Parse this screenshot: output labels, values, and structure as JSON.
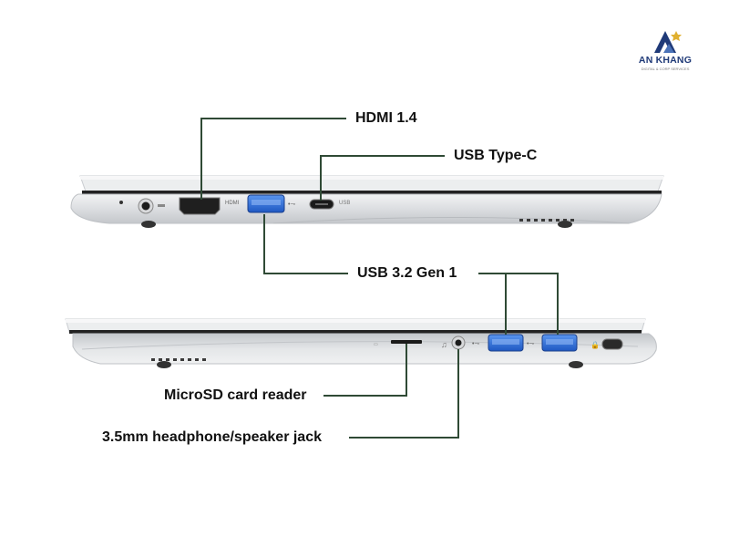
{
  "brand": {
    "name": "AN KHANG",
    "tagline": "DIGITAL & CORP SERVICES",
    "color": "#1f3a78",
    "accent": "#e0b030"
  },
  "callouts": {
    "hdmi": "HDMI 1.4",
    "usb_c": "USB Type-C",
    "usb_a": "USB 3.2 Gen 1",
    "microsd": "MicroSD card reader",
    "audio": "3.5mm headphone/speaker jack"
  },
  "port_markings": {
    "hdmi": "HDMI",
    "usb_c_logo": "USB"
  },
  "colors": {
    "leader_line": "#2f4a35",
    "chassis": "#e7e8ea",
    "chassis_shade": "#cfd1d4",
    "usb_port": "#2f6fd6",
    "port_dark": "#2a2a2a"
  }
}
